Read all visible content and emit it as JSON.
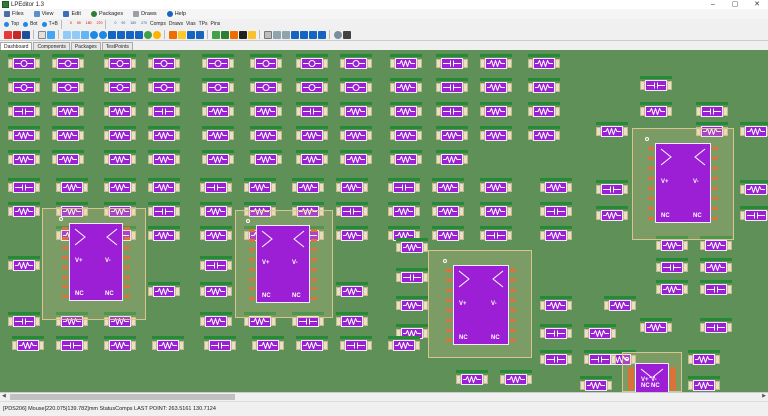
{
  "window": {
    "title": "LPEditor 1.3",
    "minimize": "–",
    "maximize": "▢",
    "close": "✕"
  },
  "menu": [
    {
      "label": "Files",
      "color": "#4a6fa5"
    },
    {
      "label": "View",
      "color": "#5a8fd0"
    },
    {
      "label": "Edit",
      "color": "#3d6fb6"
    },
    {
      "label": "Packages",
      "color": "#2e7d32"
    },
    {
      "label": "Draws",
      "color": "#9aa0a6"
    },
    {
      "label": "Help",
      "color": "#1565c0"
    }
  ],
  "toolbar_row1": {
    "top": "Top",
    "bot": "Bot",
    "t_b": "T+B",
    "comps": "Comps",
    "draws": "Draws",
    "vias": "Vias",
    "tps": "TPs",
    "pins": "Pins"
  },
  "tabs": [
    "Dashboard",
    "Components",
    "Packages",
    "TestPoints"
  ],
  "active_tab": "Dashboard",
  "ic_labels": {
    "vplus": "V+",
    "vminus": "V-",
    "nc": "NC"
  },
  "status": "[PDS206]  Mouse[220.075|139.782]mm  StatusComps  LAST POINT: 263.5161 130.7124",
  "colors": {
    "board": "#5f9058",
    "component": "#9c1fd6",
    "header": "#238a36",
    "pin": "#d9733a"
  }
}
